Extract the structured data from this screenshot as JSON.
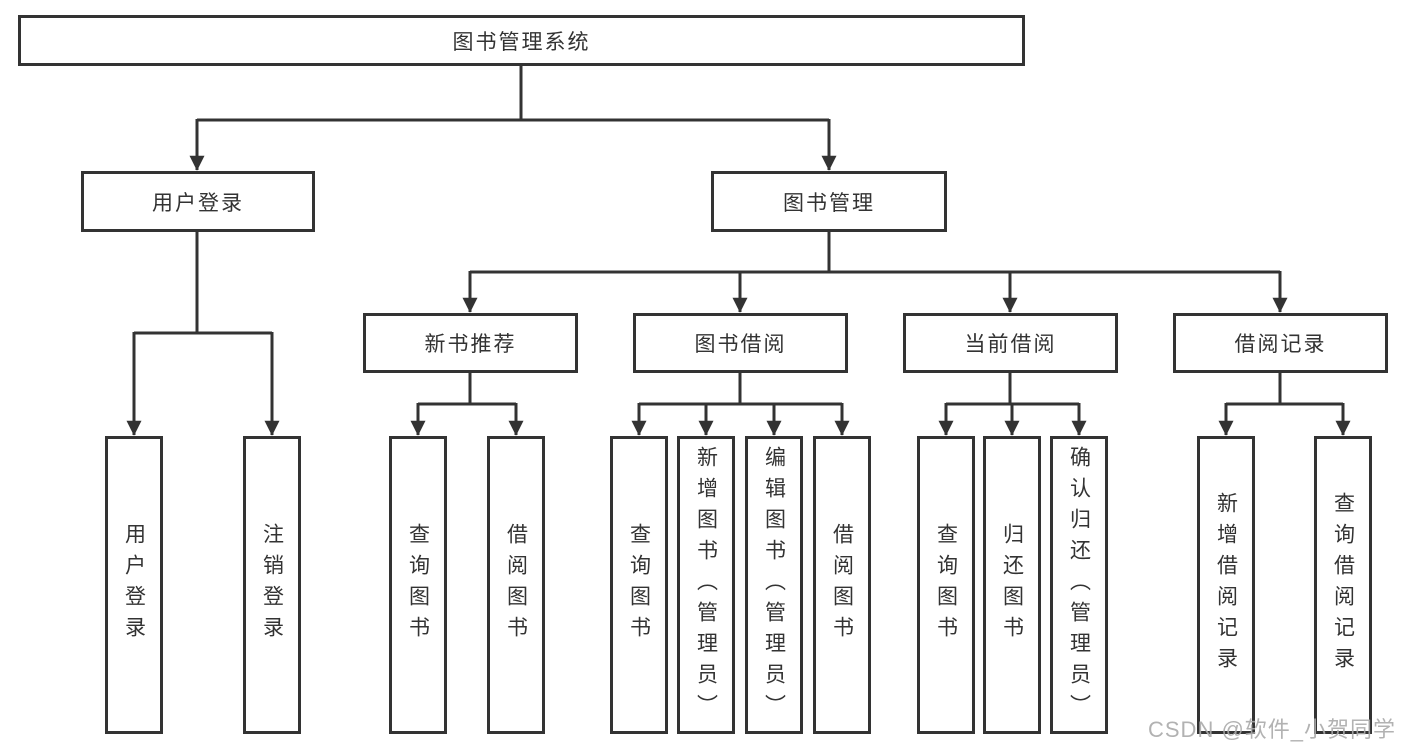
{
  "nodes": {
    "root": {
      "label": "图书管理系统"
    },
    "user_login": {
      "label": "用户登录"
    },
    "book_mgmt": {
      "label": "图书管理"
    },
    "new_books": {
      "label": "新书推荐"
    },
    "book_borrow": {
      "label": "图书借阅"
    },
    "current_borrow": {
      "label": "当前借阅"
    },
    "borrow_records": {
      "label": "借阅记录"
    },
    "leaf_user_login": {
      "label": "用户登录"
    },
    "leaf_logout": {
      "label": "注销登录"
    },
    "leaf_nb_query": {
      "label": "查询图书"
    },
    "leaf_nb_borrow": {
      "label": "借阅图书"
    },
    "leaf_bb_query": {
      "label": "查询图书"
    },
    "leaf_bb_add": {
      "label": "新增图书（管理员）"
    },
    "leaf_bb_edit": {
      "label": "编辑图书（管理员）"
    },
    "leaf_bb_borrow": {
      "label": "借阅图书"
    },
    "leaf_cb_query": {
      "label": "查询图书"
    },
    "leaf_cb_return": {
      "label": "归还图书"
    },
    "leaf_cb_confirm": {
      "label": "确认归还（管理员）"
    },
    "leaf_rec_add": {
      "label": "新增借阅记录"
    },
    "leaf_rec_query": {
      "label": "查询借阅记录"
    }
  },
  "hierarchy": [
    {
      "parent": "图书管理系统",
      "children": [
        "用户登录",
        "图书管理"
      ]
    },
    {
      "parent": "用户登录",
      "children": [
        "用户登录",
        "注销登录"
      ]
    },
    {
      "parent": "图书管理",
      "children": [
        "新书推荐",
        "图书借阅",
        "当前借阅",
        "借阅记录"
      ]
    },
    {
      "parent": "新书推荐",
      "children": [
        "查询图书",
        "借阅图书"
      ]
    },
    {
      "parent": "图书借阅",
      "children": [
        "查询图书",
        "新增图书（管理员）",
        "编辑图书（管理员）",
        "借阅图书"
      ]
    },
    {
      "parent": "当前借阅",
      "children": [
        "查询图书",
        "归还图书",
        "确认归还（管理员）"
      ]
    },
    {
      "parent": "借阅记录",
      "children": [
        "新增借阅记录",
        "查询借阅记录"
      ]
    }
  ],
  "watermark": {
    "label": "CSDN @软件_小贺同学"
  },
  "colors": {
    "line": "#333333",
    "text": "#333333",
    "box_fill": "#ffffff",
    "watermark": "#aaaaaa",
    "background": "#ffffff"
  }
}
